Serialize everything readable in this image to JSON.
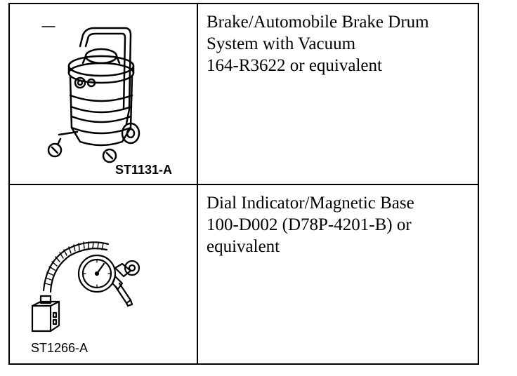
{
  "tools": [
    {
      "illustration_icon": "wet-dry-vacuum-icon",
      "figure_label": "ST1131-A",
      "description_lines": [
        "Brake/Automobile Brake Drum",
        "System with Vacuum",
        "164-R3622 or equivalent"
      ]
    },
    {
      "illustration_icon": "dial-indicator-magnetic-base-icon",
      "figure_label": "ST1266-A",
      "description_lines": [
        "Dial Indicator/Magnetic Base",
        "100-D002 (D78P-4201-B) or",
        "equivalent"
      ]
    }
  ]
}
